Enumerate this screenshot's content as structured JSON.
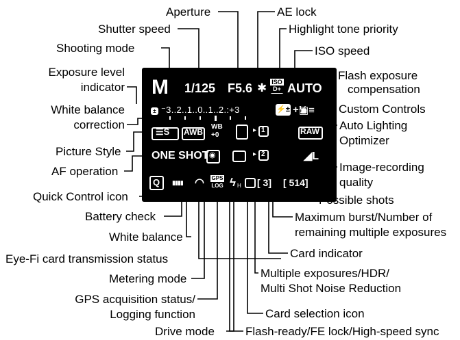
{
  "callouts": {
    "aperture": "Aperture",
    "ae_lock": "AE lock",
    "shutter_speed": "Shutter speed",
    "highlight_tone_priority": "Highlight tone priority",
    "shooting_mode": "Shooting mode",
    "iso_speed": "ISO speed",
    "exposure_level_1": "Exposure level",
    "exposure_level_2": "indicator",
    "flash_exp_comp_1": "Flash exposure",
    "flash_exp_comp_2": "compensation",
    "custom_controls": "Custom Controls",
    "wb_correction_1": "White balance",
    "wb_correction_2": "correction",
    "alo_1": "Auto Lighting",
    "alo_2": "Optimizer",
    "picture_style": "Picture Style",
    "af_operation": "AF operation",
    "image_quality_1": "Image-recording",
    "image_quality_2": "quality",
    "quick_control_icon": "Quick Control icon",
    "possible_shots": "Possible shots",
    "battery_check": "Battery check",
    "max_burst_1": "Maximum burst/Number of",
    "max_burst_2": "remaining multiple exposures",
    "white_balance": "White balance",
    "card_indicator": "Card indicator",
    "eyefi": "Eye-Fi card transmission status",
    "multi_exp_1": "Multiple exposures/HDR/",
    "multi_exp_2": "Multi Shot Noise Reduction",
    "metering_mode": "Metering mode",
    "gps_1": "GPS acquisition status/",
    "gps_2": "Logging function",
    "card_selection_icon": "Card selection icon",
    "drive_mode": "Drive mode",
    "flash_ready": "Flash-ready/FE lock/High-speed sync"
  },
  "lcd": {
    "mode": "M",
    "shutter": "1/125",
    "aperture": "F5.6",
    "ae_lock_symbol": "✱",
    "htp_top": "ISO",
    "htp_bottom": "D+",
    "iso": "AUTO",
    "exposure_scale": "⁻3..2..1..0..1..2.:+3",
    "flash_comp_icon": "⚡±",
    "flash_comp_value": "+⅓",
    "custom_controls_icon": "▣≡",
    "picture_style": "☰S",
    "awb": "AWB",
    "wb_top": "WB",
    "wb_bottom": "+0",
    "card1": "1",
    "card2": "2",
    "raw": "RAW",
    "af_mode": "ONE SHOT",
    "metering_icon": "◉",
    "quality": "◢L",
    "q_icon": "Q",
    "battery_icon": "▮▮▮▮",
    "wifi_icon": "◠",
    "gps_top": "GPS",
    "gps_bottom": "LOG",
    "flash_icon": "ϟ",
    "drive_icon": "▭",
    "burst": "[ 3]",
    "shots": "[ 514]"
  }
}
